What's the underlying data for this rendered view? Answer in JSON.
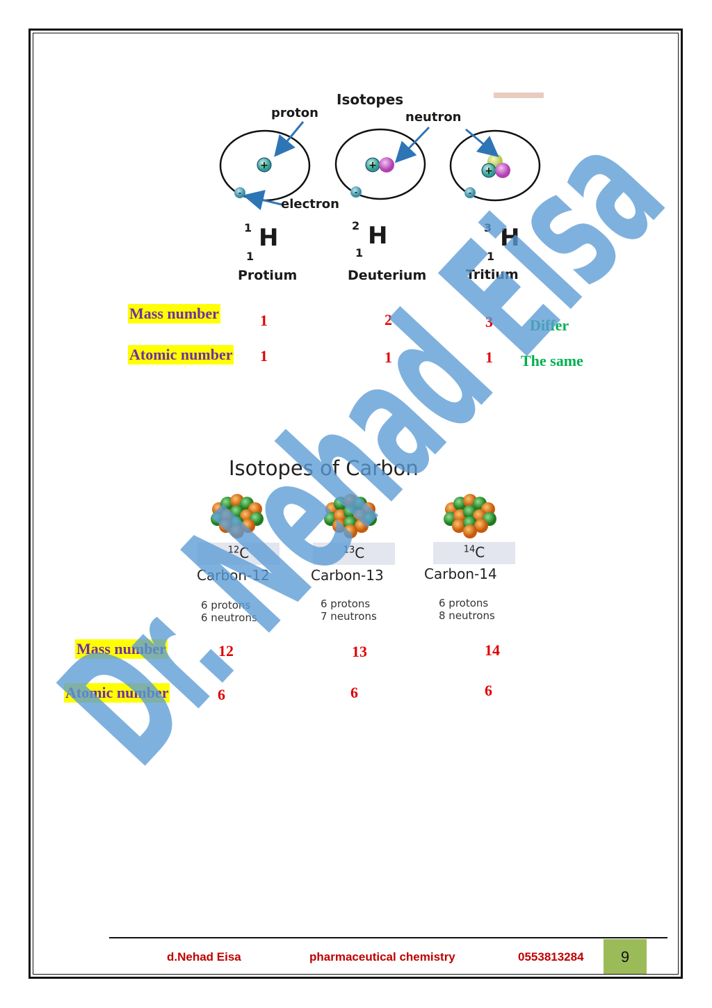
{
  "hydrogen_diagram": {
    "title": "Isotopes",
    "labels": {
      "proton": "proton",
      "neutron": "neutron",
      "electron": "electron"
    },
    "isotopes": [
      {
        "mass": "1",
        "atomic": "1",
        "symbol": "H",
        "name": "Protium"
      },
      {
        "mass": "2",
        "atomic": "1",
        "symbol": "H",
        "name": "Deuterium"
      },
      {
        "mass": "3",
        "atomic": "1",
        "symbol": "H",
        "name": "Tritium"
      }
    ]
  },
  "hydrogen_table": {
    "mass_label": "Mass number",
    "atomic_label": "Atomic number",
    "mass_values": [
      "1",
      "2",
      "3"
    ],
    "atomic_values": [
      "1",
      "1",
      "1"
    ],
    "mass_note": "Differ",
    "atomic_note": "The same"
  },
  "carbon_diagram": {
    "title": "Isotopes of Carbon",
    "isotopes": [
      {
        "mass_sup": "12",
        "symbol": "C",
        "name": "Carbon-12",
        "protons": "6 protons",
        "neutrons": "6 neutrons"
      },
      {
        "mass_sup": "13",
        "symbol": "C",
        "name": "Carbon-13",
        "protons": "6 protons",
        "neutrons": "7 neutrons"
      },
      {
        "mass_sup": "14",
        "symbol": "C",
        "name": "Carbon-14",
        "protons": "6 protons",
        "neutrons": "8 neutrons"
      }
    ]
  },
  "carbon_table": {
    "mass_label": "Mass number",
    "atomic_label": "Atomic number",
    "mass_values": [
      "12",
      "13",
      "14"
    ],
    "atomic_values": [
      "6",
      "6",
      "6"
    ]
  },
  "watermark": "Dr. Nehad Eisa",
  "footer": {
    "author": "d.Nehad Eisa",
    "subject": "pharmaceutical chemistry",
    "phone": "0553813284",
    "page": "9"
  },
  "colors": {
    "highlight": "#ffff00",
    "label_purple": "#7030a0",
    "value_red": "#e00000",
    "note_green": "#00b050",
    "footer_red": "#c00000",
    "page_box": "#9bbb59",
    "watermark_blue": "#5b9bd5"
  }
}
